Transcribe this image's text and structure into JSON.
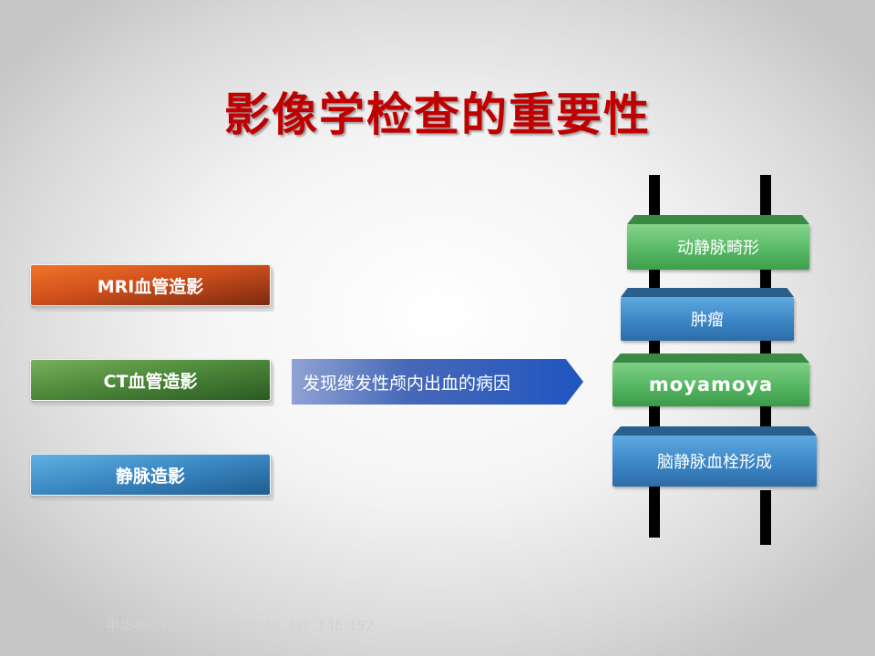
{
  "title": "影像学检查的重要性",
  "left_items": [
    {
      "label": "MRI血管造影",
      "color": "#d0501c"
    },
    {
      "label": "CT血管造影",
      "color": "#4f8a3c"
    },
    {
      "label": "静脉造影",
      "color": "#3a86c2"
    }
  ],
  "arrow": {
    "label": "发现继发性颅内出血的病因",
    "color": "#1f56bf"
  },
  "causes": [
    {
      "label": "动静脉畸形",
      "color": "#58b965"
    },
    {
      "label": "肿瘤",
      "color": "#3c86c6"
    },
    {
      "label": "moyamoya",
      "color": "#55b662"
    },
    {
      "label": "脑静脉血栓形成",
      "color": "#3c86c6"
    }
  ],
  "citation": "中华神经科杂志，2010，43（2）146-152",
  "colors": {
    "title": "#c00000",
    "pole": "#000000"
  }
}
